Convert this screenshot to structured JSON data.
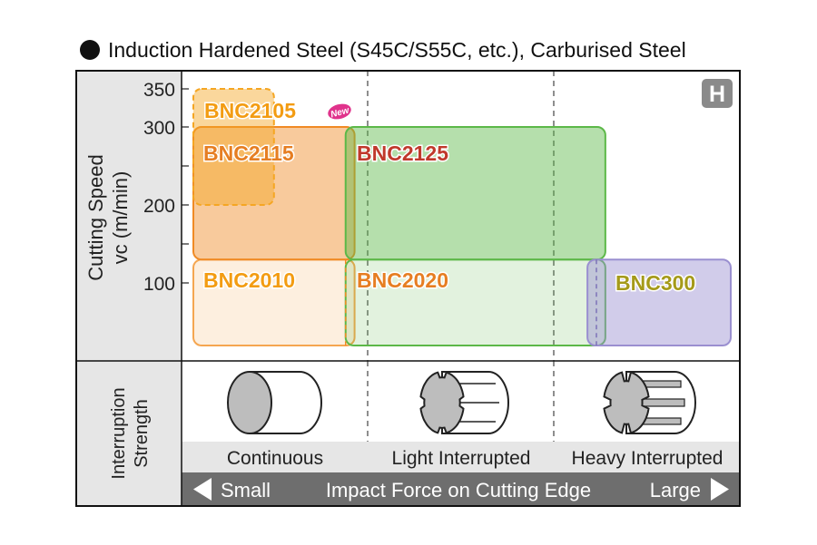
{
  "title": "Induction Hardened Steel (S45C/S55C, etc.), Carburised Steel",
  "chart_data": {
    "type": "range-map",
    "ylabel": "Cutting Speed",
    "yunit": "vc (m/min)",
    "y_ticks": [
      100,
      200,
      300,
      350
    ],
    "badge": "H",
    "grades": [
      {
        "name": "BNC2105",
        "x_start": 0.0,
        "x_end": 0.45,
        "y_min": 200,
        "y_max": 350,
        "color": "#f5a623",
        "dashed": true,
        "new": true,
        "new_label": "New"
      },
      {
        "name": "BNC2115",
        "x_start": 0.0,
        "x_end": 0.9,
        "y_min": 130,
        "y_max": 300,
        "color": "#f08a24",
        "dashed": false
      },
      {
        "name": "BNC2125",
        "x_start": 0.85,
        "x_end": 2.3,
        "y_min": 130,
        "y_max": 300,
        "color": "#5cb848",
        "dashed": false
      },
      {
        "name": "BNC2010",
        "x_start": 0.0,
        "x_end": 0.9,
        "y_min": 50,
        "y_max": 130,
        "color": "#f5a650",
        "dashed": false
      },
      {
        "name": "BNC2020",
        "x_start": 0.85,
        "x_end": 2.3,
        "y_min": 50,
        "y_max": 130,
        "color": "#5cb848",
        "dashed": false
      },
      {
        "name": "BNC300",
        "x_start": 2.2,
        "x_end": 3.0,
        "y_min": 50,
        "y_max": 130,
        "color": "#9a8fd0",
        "dashed": false
      }
    ]
  },
  "interruption": {
    "label_line1": "Interruption",
    "label_line2": "Strength",
    "categories": [
      "Continuous",
      "Light Interrupted",
      "Heavy Interrupted"
    ],
    "icons": [
      "solid-cylinder-icon",
      "light-grooved-cylinder-icon",
      "heavy-grooved-cylinder-icon"
    ]
  },
  "impact": {
    "small": "Small",
    "middle": "Impact Force on Cutting Edge",
    "large": "Large"
  }
}
